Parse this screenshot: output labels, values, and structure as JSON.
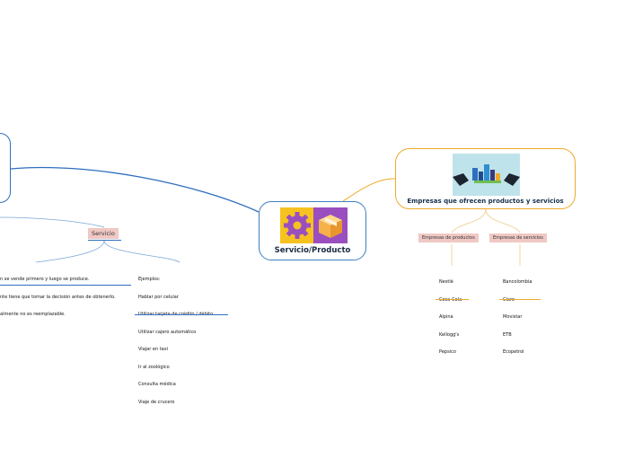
{
  "central": {
    "title": "Servicio/Producto"
  },
  "companies": {
    "title": "Empresas que ofrecen productos y servicios",
    "products_tag": "Empresas de productos",
    "services_tag": "Empresas de servicios",
    "products": [
      "Nestlé",
      "Coca-Cola",
      "Alpina",
      "Kellogg's",
      "Pepsico"
    ],
    "services": [
      "Bancolombia",
      "Claro",
      "Movistar",
      "ETB",
      "Ecopetrol"
    ]
  },
  "servicio": {
    "label": "Servicio",
    "characteristics": [
      "n se vende primero y luego se produce.",
      "nte tiene que tomar la decisión antes de obtenerlo.",
      "almente no es reemplazable."
    ],
    "examples_header": "Ejemplos:",
    "examples": [
      "Hablar por celular",
      "Utilizar tarjeta de crédito / débito",
      "Utilizar cajero automático",
      "Viajar en taxi",
      "Ir al zoológico",
      "Consulta médica",
      "Viaje de crucero"
    ]
  },
  "colors": {
    "blue": "#2f6fbf",
    "orange": "#f0a92a",
    "tag_pink": "#f0c8c4",
    "gear_yellow": "#f6c220",
    "box_purple": "#9a4fbf"
  },
  "icons": [
    "gear-icon",
    "package-box-icon",
    "shopping-hands-icon"
  ]
}
